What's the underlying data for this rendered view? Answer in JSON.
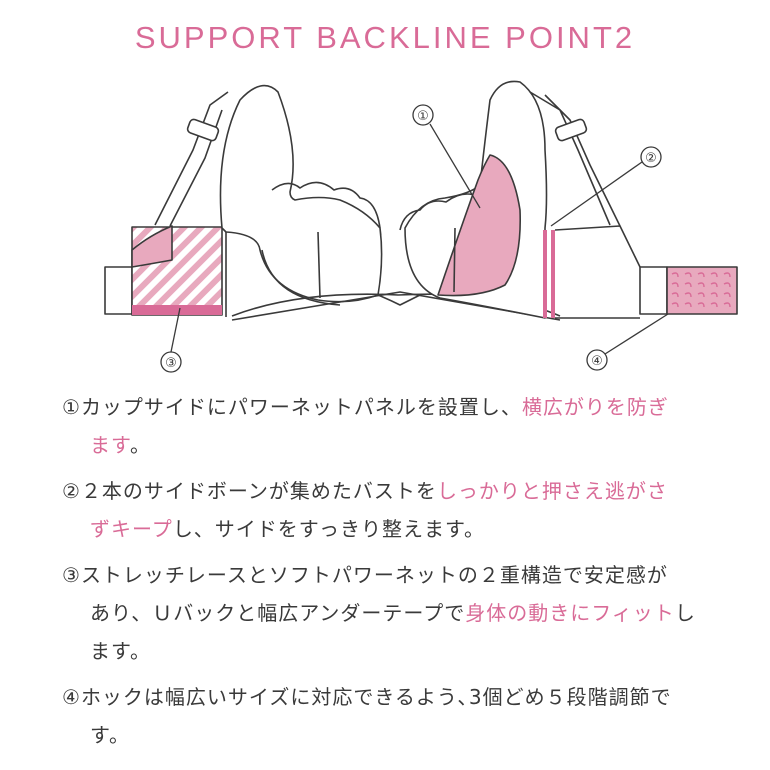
{
  "title": "SUPPORT BACKLINE POINT2",
  "colors": {
    "accent": "#d96b97",
    "pink_fill": "#e8a9be",
    "line": "#3a3a3a"
  },
  "callouts": {
    "c1": "①",
    "c2": "②",
    "c3": "③",
    "c4": "④"
  },
  "points": [
    {
      "marker": "①",
      "line1": "カップサイドにパワーネットパネルを設置し、",
      "hl1": "横広がりを防ぎ",
      "hl2": "ます",
      "tail2": "。"
    },
    {
      "marker": "②",
      "line1": "２本のサイドボーンが集めたバストを",
      "hl1": "しっかりと押さえ逃がさ",
      "hl2": "ずキープ",
      "tail2": "し、サイドをすっきり整えます。"
    },
    {
      "marker": "③",
      "line1": "ストレッチレースとソフトパワーネットの２重構造で安定感が",
      "pre2": "あり、Ｕバックと幅広アンダーテープで",
      "hl2": "身体の動きにフィット",
      "tail2": "し",
      "line3": "ます。"
    },
    {
      "marker": "④",
      "line1": "ホックは幅広いサイズに対応できるよう､3個どめ５段階調節で",
      "line2": "す。"
    }
  ]
}
